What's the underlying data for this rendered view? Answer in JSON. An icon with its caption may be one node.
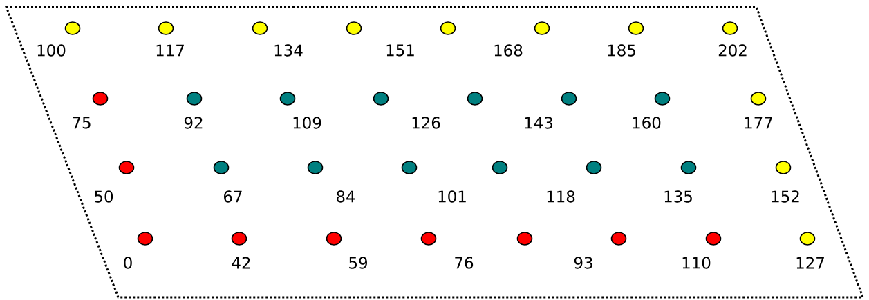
{
  "diagram": {
    "labels": [
      "100",
      "117",
      "134",
      "151",
      "168",
      "185",
      "202",
      "75",
      "92",
      "109",
      "126",
      "143",
      "160",
      "177",
      "50",
      "67",
      "84",
      "101",
      "118",
      "135",
      "152",
      "0",
      "42",
      "59",
      "76",
      "93",
      "110",
      "127"
    ]
  }
}
